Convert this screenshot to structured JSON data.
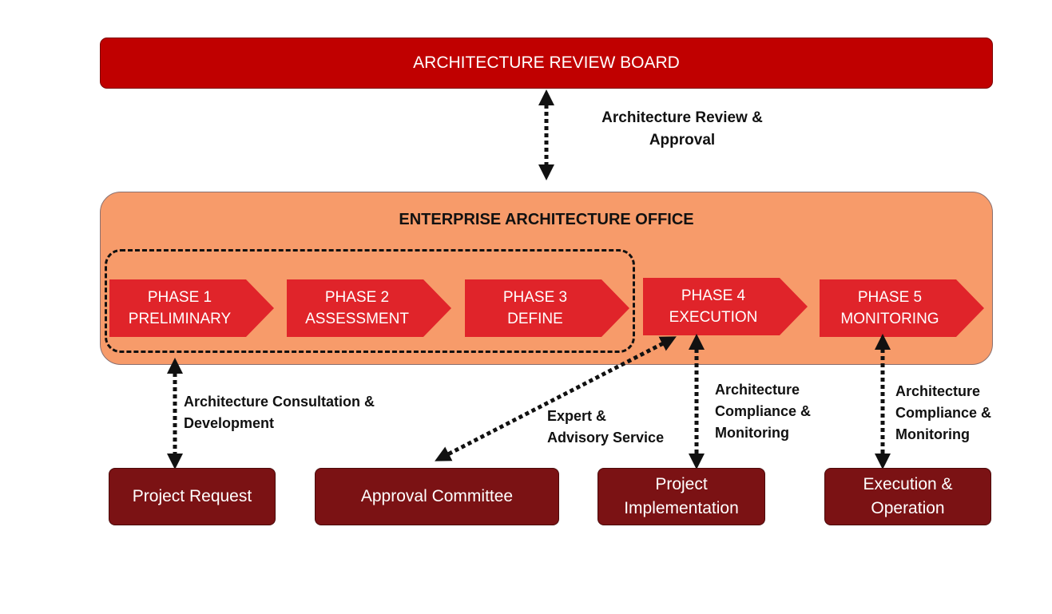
{
  "review_board": {
    "title": "ARCHITECTURE REVIEW BOARD"
  },
  "review_link": {
    "lines": [
      "Architecture Review &",
      "Approval"
    ]
  },
  "office": {
    "title": "ENTERPRISE ARCHITECTURE OFFICE"
  },
  "phases": [
    {
      "number": "PHASE 1",
      "name": "PRELIMINARY"
    },
    {
      "number": "PHASE 2",
      "name": "ASSESSMENT"
    },
    {
      "number": "PHASE 3",
      "name": "DEFINE"
    },
    {
      "number": "PHASE 4",
      "name": "EXECUTION"
    },
    {
      "number": "PHASE 5",
      "name": "MONITORING"
    }
  ],
  "links": {
    "consultation": [
      "Architecture Consultation &",
      "Development"
    ],
    "advisory": [
      "Expert &",
      "Advisory Service"
    ],
    "compliance_1": [
      "Architecture",
      "Compliance &",
      "Monitoring"
    ],
    "compliance_2": [
      "Architecture",
      "Compliance &",
      "Monitoring"
    ]
  },
  "stakeholders": [
    {
      "lines": [
        "Project Request"
      ]
    },
    {
      "lines": [
        "Approval Committee"
      ]
    },
    {
      "lines": [
        "Project",
        "Implementation"
      ]
    },
    {
      "lines": [
        "Execution &",
        "Operation"
      ]
    }
  ],
  "colors": {
    "review_board": "#c00000",
    "office": "#f79b6a",
    "phase": "#e0242a",
    "stakeholder": "#7b1214",
    "connector": "#111111"
  }
}
